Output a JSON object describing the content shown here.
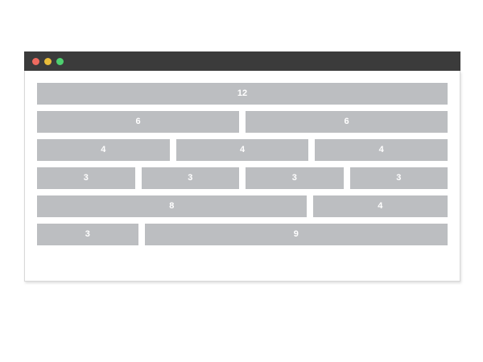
{
  "window": {
    "traffic_lights": [
      {
        "name": "close-button",
        "color": "#ee6a5f"
      },
      {
        "name": "minimize-button",
        "color": "#e8bc3a"
      },
      {
        "name": "maximize-button",
        "color": "#4ed070"
      }
    ]
  },
  "grid": {
    "total_columns": 12,
    "block_color": "#bcbec1",
    "label_color": "#ffffff",
    "rows": [
      {
        "cells": [
          {
            "span": "12",
            "label": "12"
          }
        ]
      },
      {
        "cells": [
          {
            "span": "6",
            "label": "6"
          },
          {
            "span": "6",
            "label": "6"
          }
        ]
      },
      {
        "cells": [
          {
            "span": "4",
            "label": "4"
          },
          {
            "span": "4",
            "label": "4"
          },
          {
            "span": "4",
            "label": "4"
          }
        ]
      },
      {
        "cells": [
          {
            "span": "3",
            "label": "3"
          },
          {
            "span": "3",
            "label": "3"
          },
          {
            "span": "3",
            "label": "3"
          },
          {
            "span": "3",
            "label": "3"
          }
        ]
      },
      {
        "cells": [
          {
            "span": "8",
            "label": "8"
          },
          {
            "span": "4",
            "label": "4"
          }
        ]
      },
      {
        "cells": [
          {
            "span": "3",
            "label": "3"
          },
          {
            "span": "9",
            "label": "9"
          }
        ]
      }
    ]
  }
}
